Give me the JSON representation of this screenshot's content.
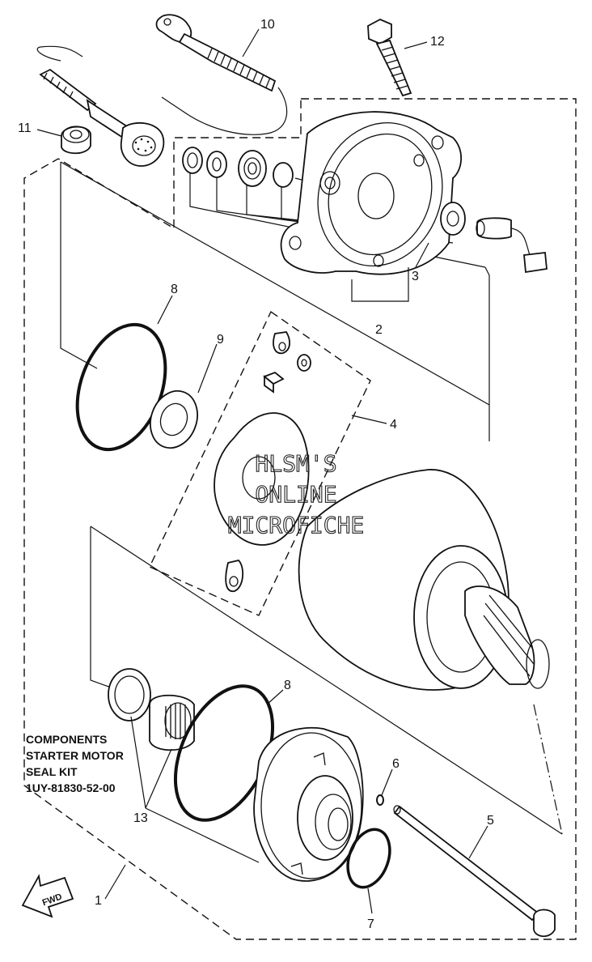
{
  "callouts": [
    {
      "id": "10",
      "label": "10"
    },
    {
      "id": "12",
      "label": "12"
    },
    {
      "id": "11",
      "label": "11"
    },
    {
      "id": "3",
      "label": "3"
    },
    {
      "id": "2",
      "label": "2"
    },
    {
      "id": "8a",
      "label": "8"
    },
    {
      "id": "9",
      "label": "9"
    },
    {
      "id": "4",
      "label": "4"
    },
    {
      "id": "8b",
      "label": "8"
    },
    {
      "id": "6",
      "label": "6"
    },
    {
      "id": "5",
      "label": "5"
    },
    {
      "id": "13",
      "label": "13"
    },
    {
      "id": "7",
      "label": "7"
    },
    {
      "id": "1",
      "label": "1"
    }
  ],
  "kit_note": {
    "line1": "COMPONENTS",
    "line2": "STARTER MOTOR",
    "line3": "SEAL KIT",
    "line4": "1UY-81830-52-00"
  },
  "watermark": {
    "line1": "HLSM'S",
    "line2": "ONLINE",
    "line3": "MICROFICHE"
  },
  "fwd_arrow": {
    "label": "FWD"
  }
}
